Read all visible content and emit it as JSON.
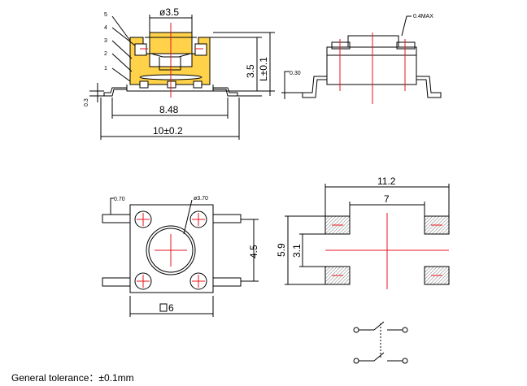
{
  "side_view": {
    "callouts": [
      "1",
      "2",
      "3",
      "4",
      "5"
    ],
    "dim_top": "ø3.5",
    "dim_height": "3.5",
    "dim_L": "L±0.1",
    "dim_base": "0.3",
    "dim_848": "8.48",
    "dim_width": "10±0.2"
  },
  "front_view": {
    "dim_max": "0.4MAX",
    "dim_thickness": "0.30"
  },
  "top_view": {
    "dim_pin": "0.70",
    "dim_hole": "ø3.70",
    "dim_spacing": "4.5",
    "dim_body": "6"
  },
  "footprint": {
    "dim_overall": "11.2",
    "dim_inner": "7",
    "dim_height": "5.9",
    "dim_inner_height": "3.1"
  },
  "note": "General tolerance：±0.1mm",
  "colors": {
    "line": "#000000",
    "center": "#e8141b",
    "fill": "#ffd24a",
    "hatch": "#777777"
  }
}
